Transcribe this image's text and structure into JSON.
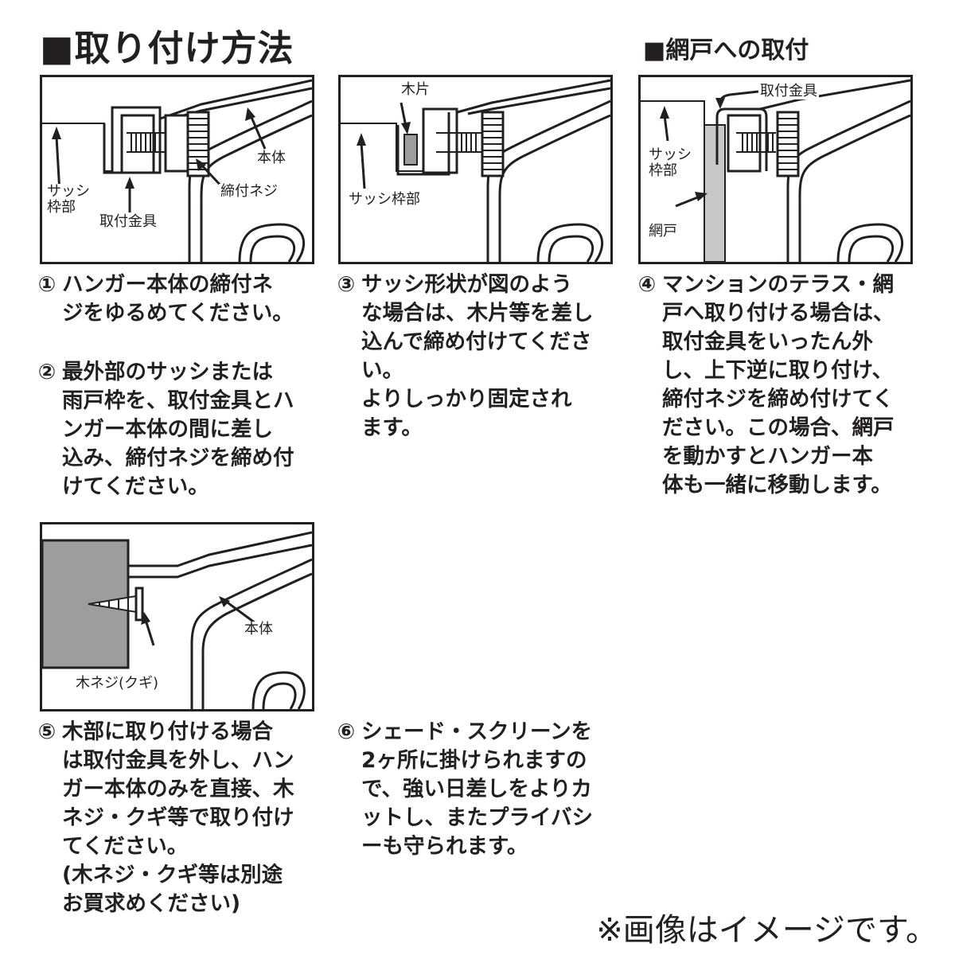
{
  "header": {
    "title": "■取り付け方法",
    "subtitle": "■網戸への取付"
  },
  "panels": {
    "p1": {
      "label_body": "本体",
      "label_sash": "サッシ\n枠部",
      "label_screw": "締付ネジ",
      "label_bracket": "取付金具"
    },
    "p3": {
      "label_wood": "木片",
      "label_sash": "サッシ枠部"
    },
    "p4": {
      "label_bracket": "取付金具",
      "label_sash": "サッシ\n枠部",
      "label_screen": "網戸"
    },
    "p5": {
      "label_body": "本体",
      "label_woodscrew": "木ネジ(クギ)"
    }
  },
  "steps": [
    {
      "num": "①",
      "text": "ハンガー本体の締付ネ\nジをゆるめてください。"
    },
    {
      "num": "②",
      "text": "最外部のサッシまたは\n雨戸枠を、取付金具とハ\nンガー本体の間に差し\n込み、締付ネジを締め付\nけてください。"
    },
    {
      "num": "③",
      "text": "サッシ形状が図のよう\nな場合は、木片等を差し\n込んで締め付けてくださ\nい。\nよりしっかり固定され\nます。"
    },
    {
      "num": "④",
      "text": "マンションのテラス・網\n戸へ取り付ける場合は、\n取付金具をいったん外\nし、上下逆に取り付け、\n締付ネジを締め付けてく\nださい。この場合、網戸\nを動かすとハンガー本\n体も一緒に移動します。"
    },
    {
      "num": "⑤",
      "text": "木部に取り付ける場合\nは取付金具を外し、ハン\nガー本体のみを直接、木\nネジ・クギ等で取り付け\nてください。\n(木ネジ・クギ等は別途\nお買求めください)"
    },
    {
      "num": "⑥",
      "text": "シェード・スクリーンを\n2ヶ所に掛けられますの\nで、強い日差しをよりカ\nットし、またプライバシ\nーも守られます。"
    }
  ],
  "footer": {
    "note": "※画像はイメージです。"
  },
  "colors": {
    "ink": "#231f20",
    "wood_gray": "#9d9d9d",
    "screen_gray": "#c8c8c8"
  }
}
